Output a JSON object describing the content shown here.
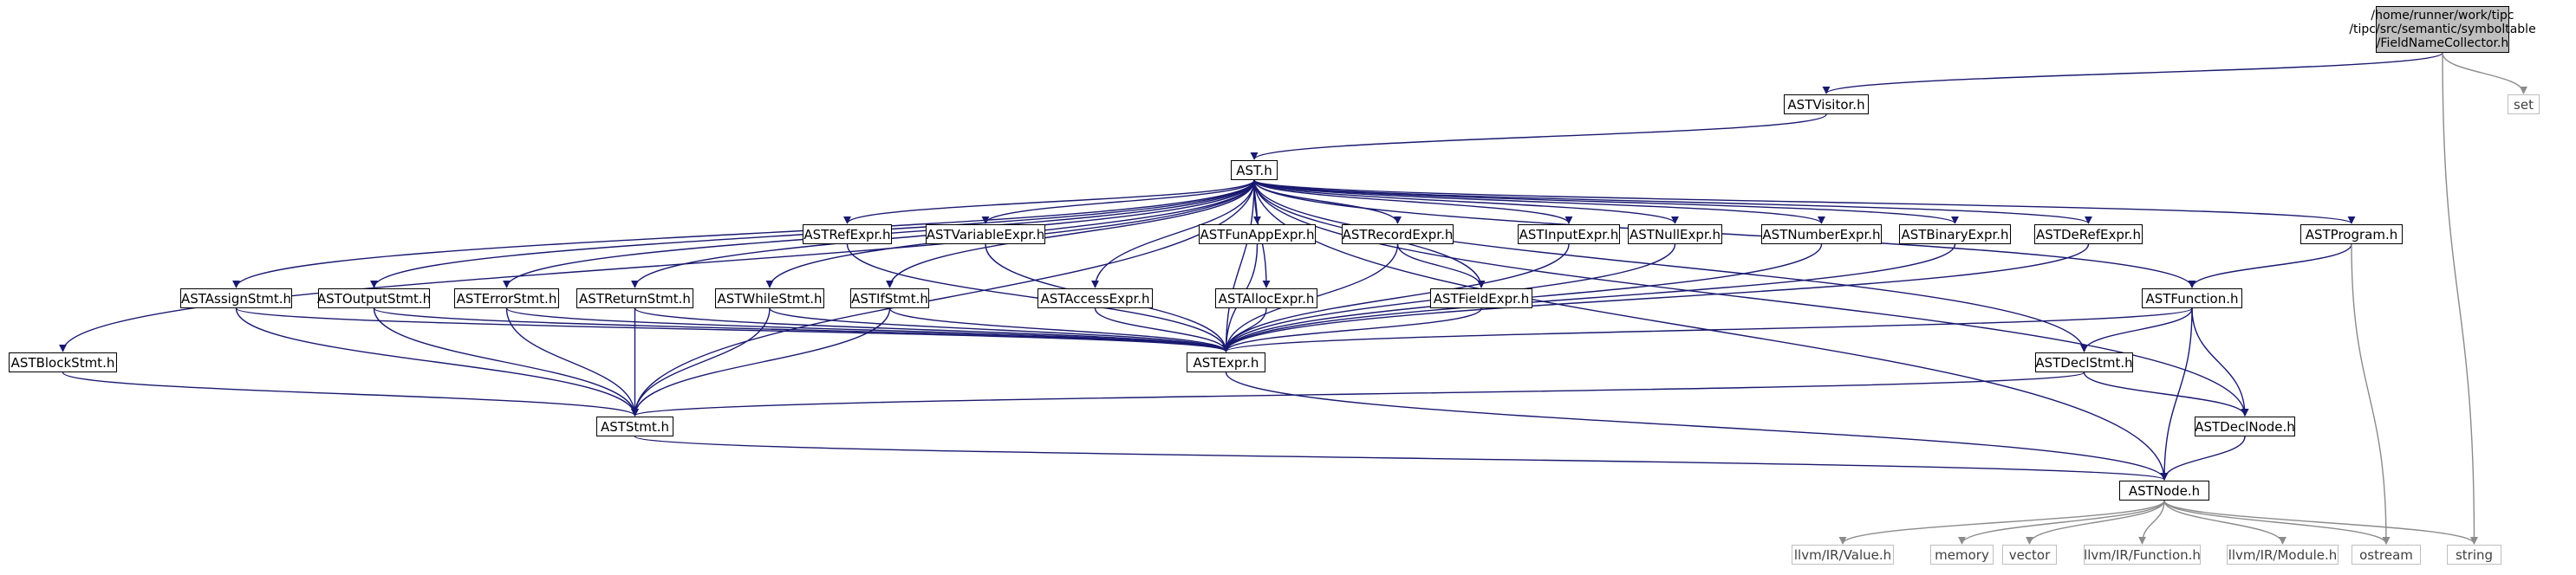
{
  "graph": {
    "title_lines": [
      "/home/runner/work/tipc",
      "/tipc/src/semantic/symboltable",
      "/FieldNameCollector.h"
    ],
    "nodes": {
      "root": "/home/runner/work/tipc/tipc/src/semantic/symboltable/FieldNameCollector.h",
      "astvisitor": "ASTVisitor.h",
      "set": "set",
      "ast": "AST.h",
      "astrefexpr": "ASTRefExpr.h",
      "astvariableexpr": "ASTVariableExpr.h",
      "astfunappexpr": "ASTFunAppExpr.h",
      "astrecordexpr": "ASTRecordExpr.h",
      "astinputexpr": "ASTInputExpr.h",
      "astnullexpr": "ASTNullExpr.h",
      "astnumberexpr": "ASTNumberExpr.h",
      "astbinaryexpr": "ASTBinaryExpr.h",
      "astderefexpr": "ASTDeRefExpr.h",
      "astprogram": "ASTProgram.h",
      "astassignstmt": "ASTAssignStmt.h",
      "astoutputstmt": "ASTOutputStmt.h",
      "asterrorstmt": "ASTErrorStmt.h",
      "astreturnstmt": "ASTReturnStmt.h",
      "astwhilestmt": "ASTWhileStmt.h",
      "astifstmt": "ASTIfStmt.h",
      "astaccessexpr": "ASTAccessExpr.h",
      "astallocexpr": "ASTAllocExpr.h",
      "astfieldexpr": "ASTFieldExpr.h",
      "astfunction": "ASTFunction.h",
      "astblockstmt": "ASTBlockStmt.h",
      "astexpr": "ASTExpr.h",
      "astdeclstmt": "ASTDeclStmt.h",
      "aststmt": "ASTStmt.h",
      "astdeclnode": "ASTDeclNode.h",
      "astnode": "ASTNode.h",
      "llvmvalue": "llvm/IR/Value.h",
      "memory": "memory",
      "vector": "vector",
      "llvmfunction": "llvm/IR/Function.h",
      "llvmmodule": "llvm/IR/Module.h",
      "ostream": "ostream",
      "string": "string"
    },
    "edges": [
      [
        "root",
        "astvisitor"
      ],
      [
        "root",
        "set"
      ],
      [
        "root",
        "string"
      ],
      [
        "astvisitor",
        "ast"
      ],
      [
        "ast",
        "astblockstmt"
      ],
      [
        "ast",
        "aststmt"
      ],
      [
        "ast",
        "astassignstmt"
      ],
      [
        "ast",
        "astoutputstmt"
      ],
      [
        "ast",
        "asterrorstmt"
      ],
      [
        "ast",
        "astreturnstmt"
      ],
      [
        "ast",
        "astwhilestmt"
      ],
      [
        "ast",
        "astifstmt"
      ],
      [
        "ast",
        "astrefexpr"
      ],
      [
        "ast",
        "astvariableexpr"
      ],
      [
        "ast",
        "astaccessexpr"
      ],
      [
        "ast",
        "astexpr"
      ],
      [
        "ast",
        "astallocexpr"
      ],
      [
        "ast",
        "astfunappexpr"
      ],
      [
        "ast",
        "astrecordexpr"
      ],
      [
        "ast",
        "astfieldexpr"
      ],
      [
        "ast",
        "astinputexpr"
      ],
      [
        "ast",
        "astnullexpr"
      ],
      [
        "ast",
        "astnumberexpr"
      ],
      [
        "ast",
        "astbinaryexpr"
      ],
      [
        "ast",
        "astderefexpr"
      ],
      [
        "ast",
        "astdeclstmt"
      ],
      [
        "ast",
        "astfunction"
      ],
      [
        "ast",
        "astprogram"
      ],
      [
        "ast",
        "astdeclnode"
      ],
      [
        "ast",
        "astnode"
      ],
      [
        "astrefexpr",
        "astexpr"
      ],
      [
        "astvariableexpr",
        "astexpr"
      ],
      [
        "astfunappexpr",
        "astexpr"
      ],
      [
        "astrecordexpr",
        "astexpr"
      ],
      [
        "astrecordexpr",
        "astfieldexpr"
      ],
      [
        "astinputexpr",
        "astexpr"
      ],
      [
        "astnullexpr",
        "astexpr"
      ],
      [
        "astnumberexpr",
        "astexpr"
      ],
      [
        "astbinaryexpr",
        "astexpr"
      ],
      [
        "astderefexpr",
        "astexpr"
      ],
      [
        "astaccessexpr",
        "astexpr"
      ],
      [
        "astallocexpr",
        "astexpr"
      ],
      [
        "astfieldexpr",
        "astexpr"
      ],
      [
        "astassignstmt",
        "astexpr"
      ],
      [
        "astassignstmt",
        "aststmt"
      ],
      [
        "astoutputstmt",
        "astexpr"
      ],
      [
        "astoutputstmt",
        "aststmt"
      ],
      [
        "asterrorstmt",
        "astexpr"
      ],
      [
        "asterrorstmt",
        "aststmt"
      ],
      [
        "astreturnstmt",
        "astexpr"
      ],
      [
        "astreturnstmt",
        "aststmt"
      ],
      [
        "astwhilestmt",
        "astexpr"
      ],
      [
        "astwhilestmt",
        "aststmt"
      ],
      [
        "astifstmt",
        "astexpr"
      ],
      [
        "astifstmt",
        "aststmt"
      ],
      [
        "astblockstmt",
        "aststmt"
      ],
      [
        "astprogram",
        "astfunction"
      ],
      [
        "astprogram",
        "ostream"
      ],
      [
        "astfunction",
        "astexpr"
      ],
      [
        "astfunction",
        "astdeclstmt"
      ],
      [
        "astfunction",
        "astdeclnode"
      ],
      [
        "astfunction",
        "astnode"
      ],
      [
        "astexpr",
        "astnode"
      ],
      [
        "astdeclstmt",
        "aststmt"
      ],
      [
        "astdeclstmt",
        "astdeclnode"
      ],
      [
        "aststmt",
        "astnode"
      ],
      [
        "astdeclnode",
        "astnode"
      ],
      [
        "astnode",
        "llvmvalue"
      ],
      [
        "astnode",
        "memory"
      ],
      [
        "astnode",
        "vector"
      ],
      [
        "astnode",
        "llvmfunction"
      ],
      [
        "astnode",
        "llvmmodule"
      ],
      [
        "astnode",
        "ostream"
      ],
      [
        "astnode",
        "string"
      ]
    ]
  }
}
